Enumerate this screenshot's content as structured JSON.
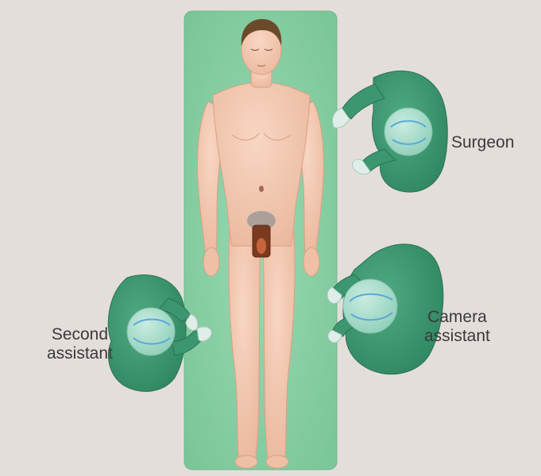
{
  "labels": {
    "surgeon": "Surgeon",
    "camera_assistant": [
      "Camera",
      "assistant"
    ],
    "second_assistant": [
      "Second",
      "assistant"
    ]
  },
  "colors": {
    "background": "#e4dedb",
    "table": "#86cfa2",
    "skin": "#f3c8b2",
    "skin_shadow": "#e2a98e",
    "gown": "#3f9a72",
    "gown_dark": "#2f7d5b",
    "cap": "#a9dccb",
    "glove": "#dfeee9",
    "hair": "#6b4a2c",
    "operative_field": "#7a3a1e",
    "label_text": "#3a3a3a"
  }
}
